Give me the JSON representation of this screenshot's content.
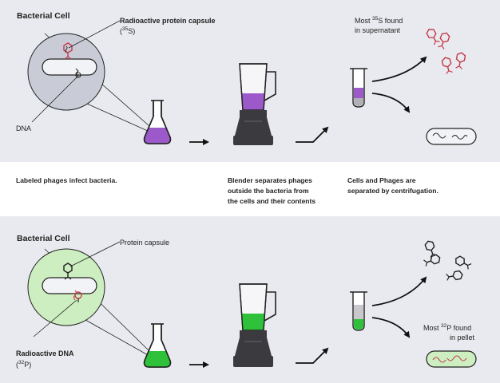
{
  "top": {
    "title": "Bacterial Cell",
    "capsule_label_line1": "Radioactive protein capsule",
    "capsule_label_line2_pre": "(",
    "capsule_label_sup": "35",
    "capsule_label_line2_post": "S)",
    "dna_label": "DNA",
    "result_line1_pre": "Most ",
    "result_line1_sup": "35",
    "result_line1_post": "S found",
    "result_line2": "in supernatant",
    "liquid_color": "#9b59c9",
    "capsule_color": "#c43a4a",
    "cell_color": "#c9ccd6"
  },
  "captions": {
    "infect": "Labeled phages infect bacteria.",
    "blender_line1": "Blender separates phages",
    "blender_line2": "outside the bacteria from",
    "blender_line3": "the cells and their contents",
    "centrifuge_line1": "Cells and Phages are",
    "centrifuge_line2": "separated by centrifugation."
  },
  "bottom": {
    "title": "Bacterial Cell",
    "capsule_label": "Protein capsule",
    "dna_label_line1": "Radioactive  DNA",
    "dna_label_line2_pre": "(",
    "dna_label_sup": "32",
    "dna_label_line2_post": "P)",
    "result_line1_pre": "Most ",
    "result_line1_sup": "32",
    "result_line1_post": "P found",
    "result_line2": "in pellet",
    "liquid_color": "#2fc13a",
    "dna_color": "#c43a4a",
    "cell_color": "#cdeec0"
  }
}
